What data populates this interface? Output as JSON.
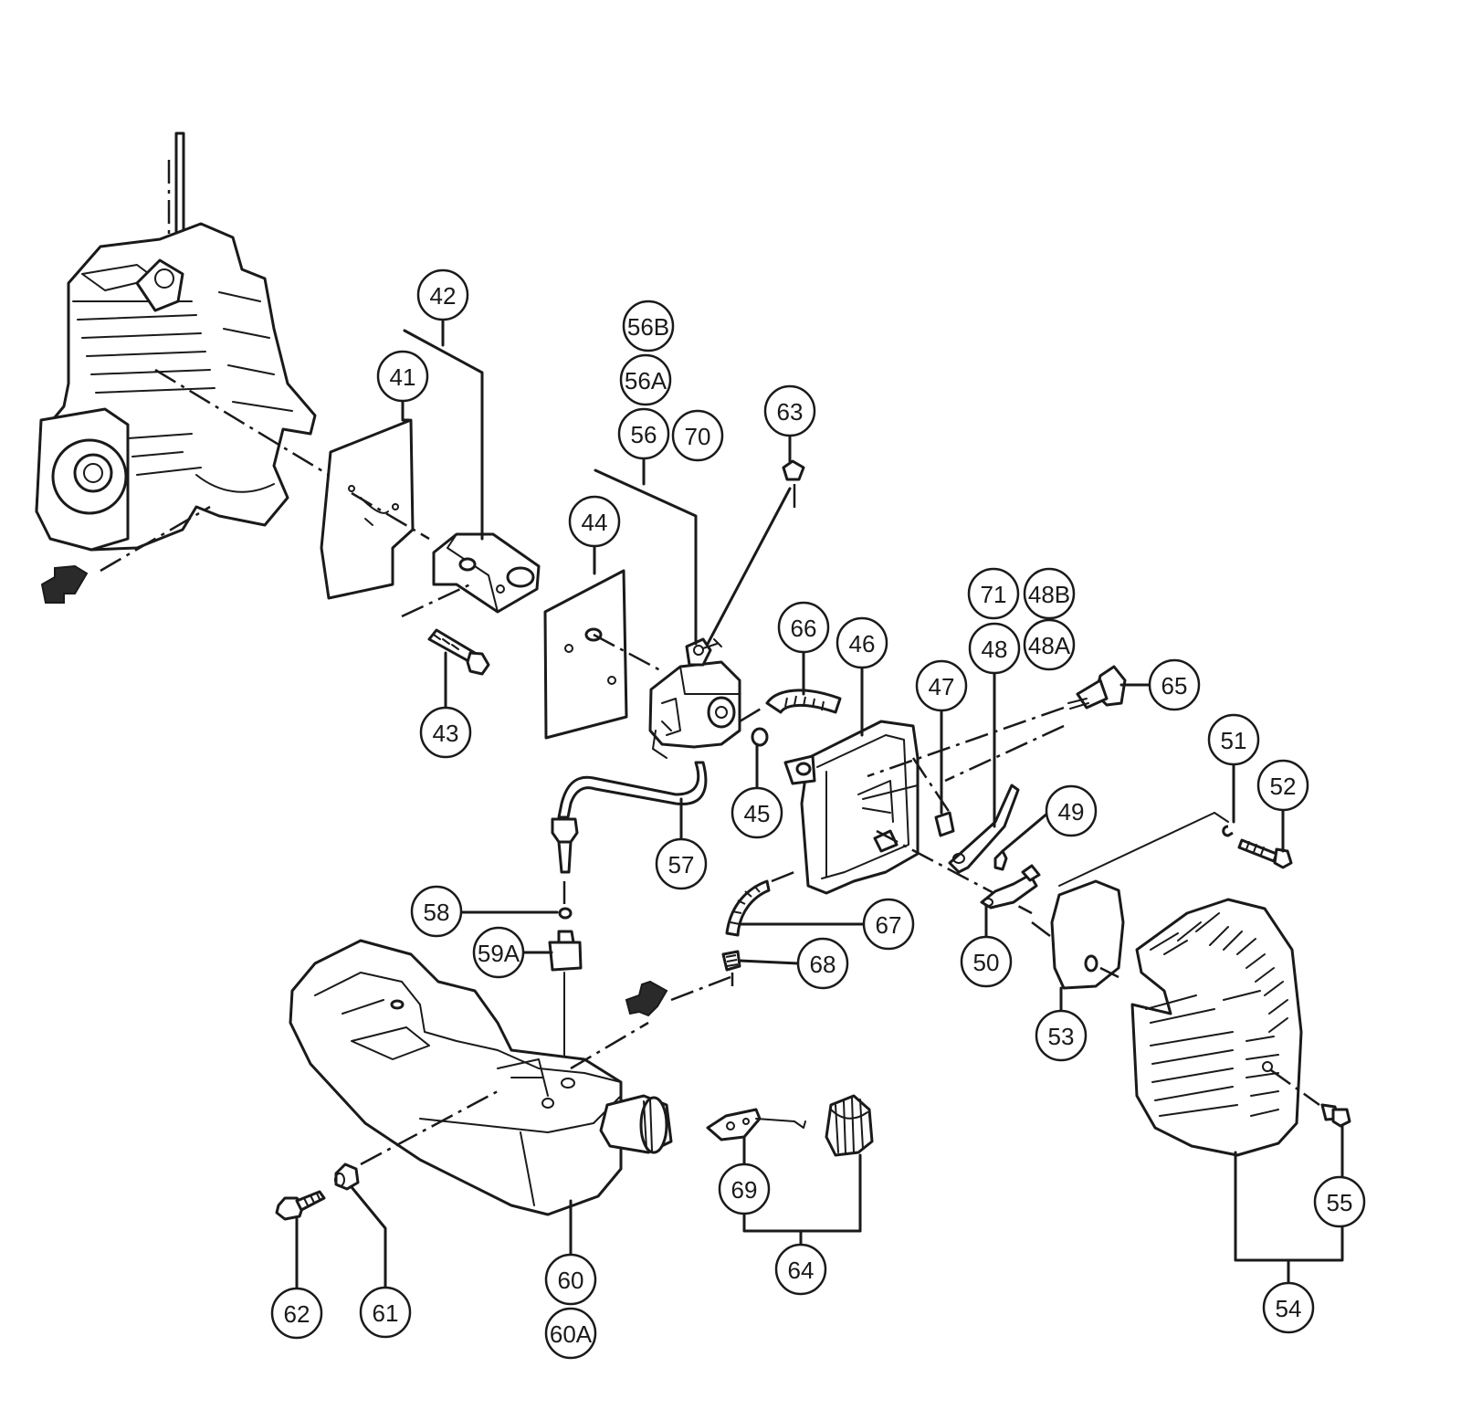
{
  "callouts": {
    "c41": "41",
    "c42": "42",
    "c43": "43",
    "c44": "44",
    "c45": "45",
    "c46": "46",
    "c47": "47",
    "c48": "48",
    "c48A": "48A",
    "c48B": "48B",
    "c49": "49",
    "c50": "50",
    "c51": "51",
    "c52": "52",
    "c53": "53",
    "c54": "54",
    "c55": "55",
    "c56": "56",
    "c56A": "56A",
    "c56B": "56B",
    "c57": "57",
    "c58": "58",
    "c59A": "59A",
    "c60": "60",
    "c60A": "60A",
    "c61": "61",
    "c62": "62",
    "c63": "63",
    "c64": "64",
    "c65": "65",
    "c66": "66",
    "c67": "67",
    "c68": "68",
    "c69": "69",
    "c70": "70",
    "c71": "71"
  }
}
